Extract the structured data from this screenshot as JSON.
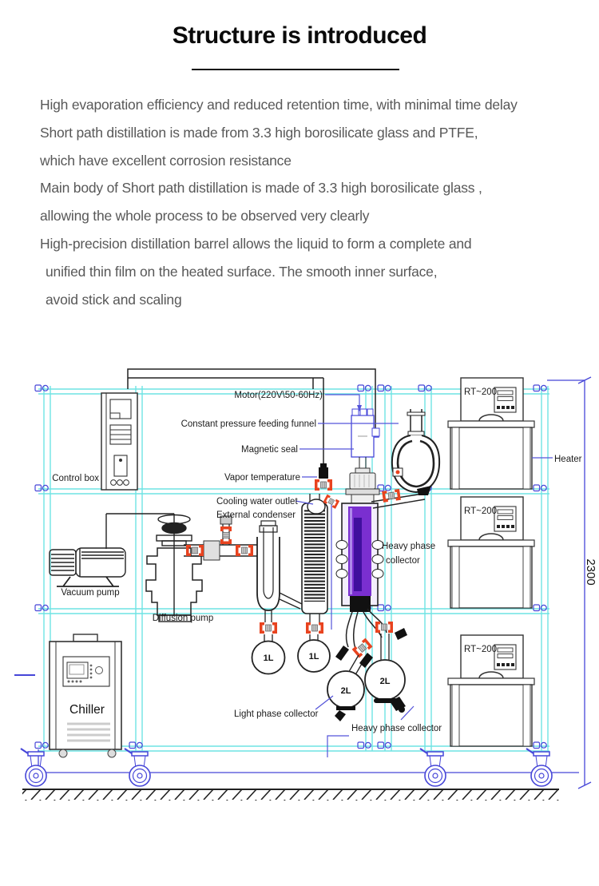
{
  "header": {
    "title": "Structure is introduced"
  },
  "intro_lines": [
    "High evaporation efficiency and reduced retention time, with minimal time delay",
    "Short path distillation is made from 3.3 high borosilicate glass and PTFE,",
    "which have excellent corrosion resistance",
    "Main body of Short path distillation is made of 3.3 high borosilicate glass ,",
    "allowing the whole process to be observed very clearly",
    "High-precision distillation barrel allows the liquid to form a complete and",
    "unified thin film on the heated surface. The smooth inner surface,",
    "avoid stick and scaling"
  ],
  "diagram": {
    "labels": {
      "motor": "Motor(220V\\50-60Hz)",
      "feeding_funnel": "Constant pressure feeding funnel",
      "magnetic_seal": "Magnetic seal",
      "vapor_temperature": "Vapor temperature",
      "cooling_water_outlet": "Cooling water outlet",
      "external_condenser": "External condenser",
      "control_box": "Control box",
      "vacuum_pump": "Vacuum pump",
      "diffusion_pump": "Diffusion pump",
      "chiller": "Chiller",
      "heater": "Heater",
      "heavy_phase_line1": "Heavy phase",
      "heavy_phase_line2": "collector",
      "light_phase_collector": "Light phase collector",
      "heavy_phase_collector": "Heavy phase collector"
    },
    "flasks": {
      "a": "1L",
      "b": "1L",
      "c": "2L",
      "d": "2L"
    },
    "heaters": [
      {
        "model": "RT~200"
      },
      {
        "model": "RT~200"
      },
      {
        "model": "RT~200"
      }
    ],
    "dimension_height": "2300",
    "colors": {
      "frame": "#6fe3e3",
      "connector_blue": "#4646d8",
      "clamp_red": "#e8431f",
      "evaporator_purple": "#7a2fd0",
      "leader_blue": "#5353d9",
      "body_text": "#585858"
    }
  }
}
